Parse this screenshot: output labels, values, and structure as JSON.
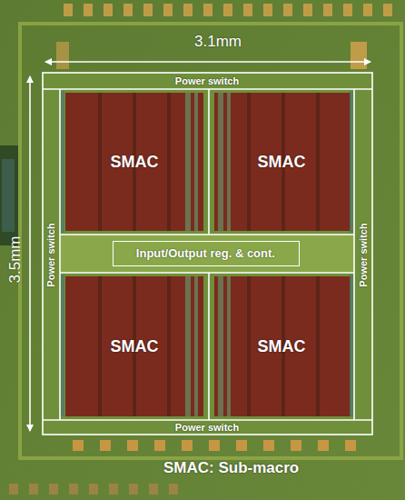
{
  "diagram": {
    "nodes": [
      {
        "text": [
          "Power switch"
        ]
      },
      {
        "text": [
          "SMAC"
        ]
      },
      {
        "text": [
          "SMAC"
        ]
      },
      {
        "text": [
          "Power switch"
        ]
      },
      {
        "text": [
          "Input/Output reg. & cont."
        ]
      },
      {
        "text": [
          "Power switch"
        ]
      },
      {
        "text": [
          "SMAC"
        ]
      },
      {
        "text": [
          "SMAC"
        ]
      },
      {
        "text": [
          "Power switch"
        ]
      }
    ],
    "labels": [
      "3.1mm",
      "3.5mm",
      "SMAC: Sub-macro"
    ]
  }
}
